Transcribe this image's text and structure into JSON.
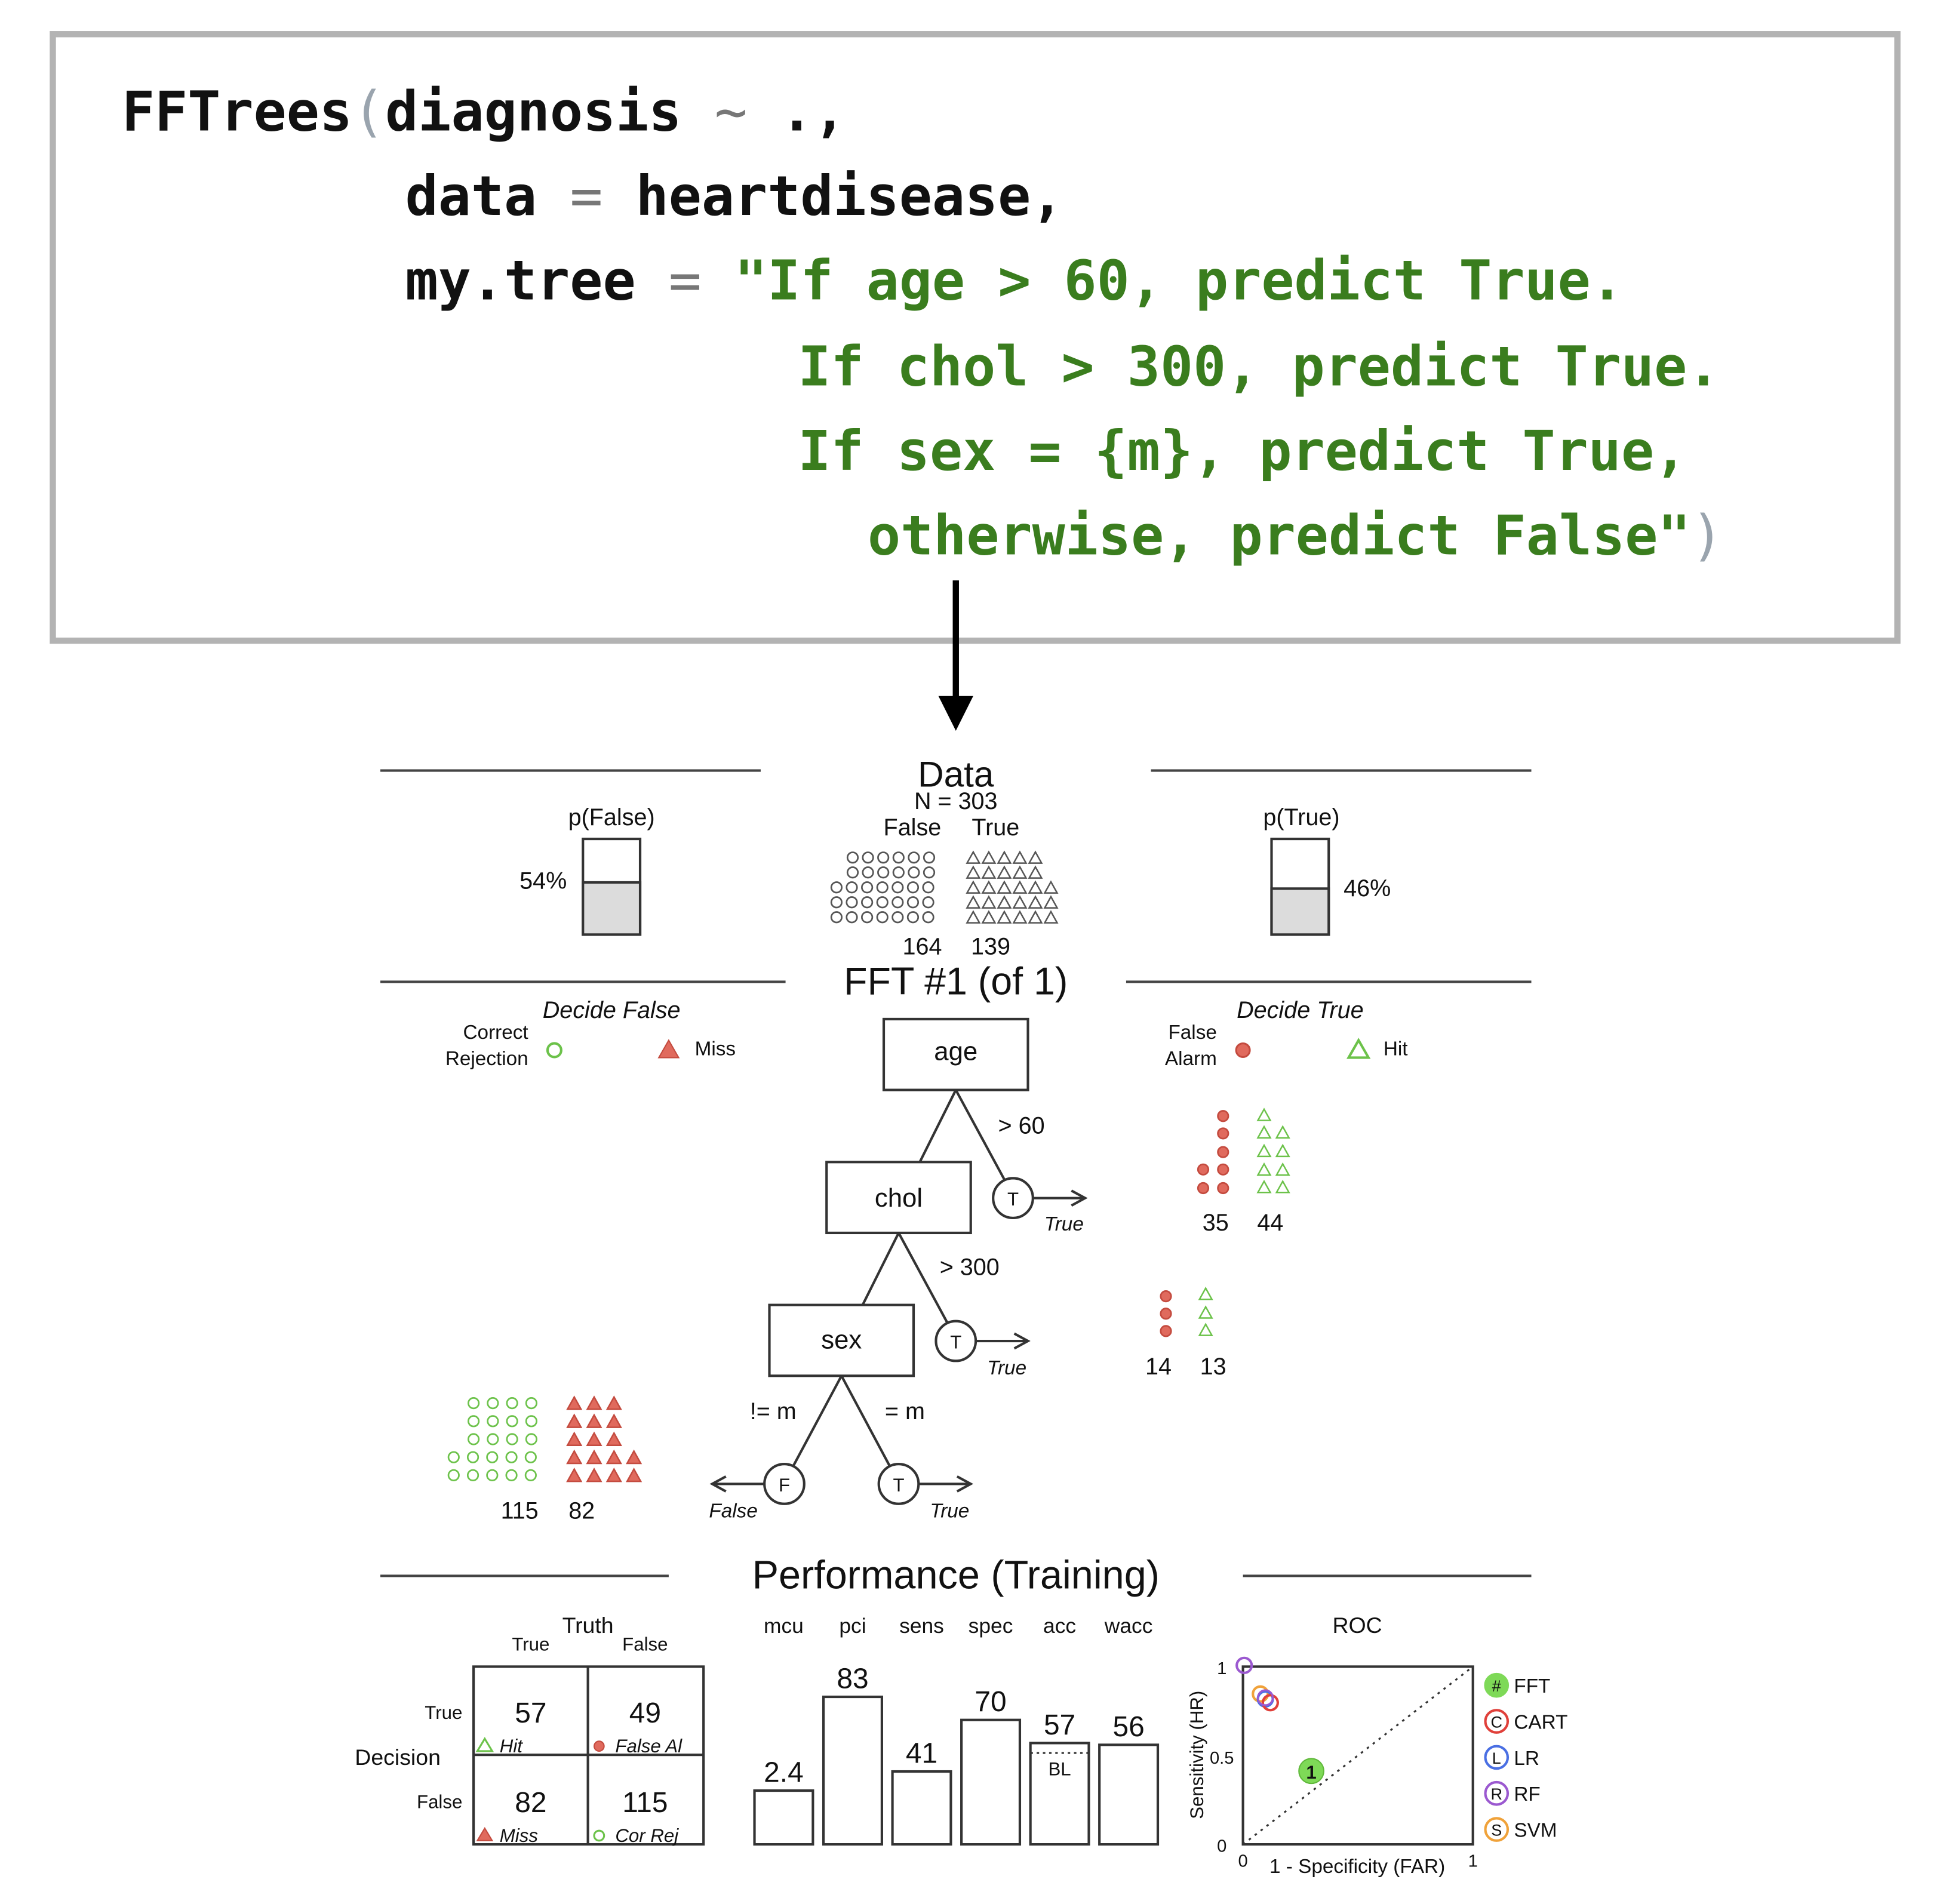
{
  "code": {
    "lines": [
      {
        "pre": "FFTrees",
        "paren": "(",
        "post": "diagnosis ",
        "op": "~",
        "tail": " .,",
        "str": ""
      },
      {
        "pre": "data ",
        "paren": "",
        "post": "",
        "op": "=",
        "tail": " heartdisease,",
        "str": ""
      },
      {
        "pre": "my.tree ",
        "paren": "",
        "post": "",
        "op": "=",
        "tail": " ",
        "str": "\"If age > 60, predict True."
      },
      {
        "pre": "",
        "paren": "",
        "post": "",
        "op": "",
        "tail": "",
        "str": "If chol > 300, predict True."
      },
      {
        "pre": "",
        "paren": "",
        "post": "",
        "op": "",
        "tail": "",
        "str": "If sex = {m}, predict True,"
      },
      {
        "pre": "",
        "paren": "",
        "post": "",
        "op": "",
        "tail": "",
        "str": "otherwise, predict False\"",
        "close": ")"
      }
    ]
  },
  "data_section": {
    "title": "Data",
    "n_label": "N = 303",
    "false_label": "False",
    "true_label": "True",
    "false_count": "164",
    "true_count": "139",
    "p_false_label": "p(False)",
    "p_false_value": "54%",
    "p_false_fraction": 0.54,
    "p_true_label": "p(True)",
    "p_true_value": "46%",
    "p_true_fraction": 0.46
  },
  "tree_section": {
    "title": "FFT #1 (of 1)",
    "decide_false": "Decide False",
    "decide_true": "Decide True",
    "legend": {
      "correct_rejection_1": "Correct",
      "correct_rejection_2": "Rejection",
      "miss": "Miss",
      "false_alarm_1": "False",
      "false_alarm_2": "Alarm",
      "hit": "Hit"
    },
    "nodes": [
      {
        "cue": "age",
        "threshold": "> 60",
        "exit_symbol": "T",
        "exit_label": "True",
        "fa": "35",
        "hit": "44"
      },
      {
        "cue": "chol",
        "threshold": "> 300",
        "exit_symbol": "T",
        "exit_label": "True",
        "fa": "14",
        "hit": "13"
      },
      {
        "cue": "sex",
        "left_threshold": "!= m",
        "right_threshold": "= m",
        "left_symbol": "F",
        "left_label": "False",
        "right_symbol": "T",
        "right_label": "True",
        "cr": "115",
        "miss": "82"
      }
    ]
  },
  "performance": {
    "title": "Performance (Training)",
    "truth_label": "Truth",
    "truth_true": "True",
    "truth_false": "False",
    "decision_label": "Decision",
    "decision_true": "True",
    "decision_false": "False",
    "cells": {
      "hit": "57",
      "hit_label": "Hit",
      "fa": "49",
      "fa_label": "False Al",
      "miss": "82",
      "miss_label": "Miss",
      "cr": "115",
      "cr_label": "Cor Rej"
    },
    "bl_label": "BL",
    "roc_title": "ROC"
  },
  "chart_data": {
    "type": "bar",
    "categories": [
      "mcu",
      "pci",
      "sens",
      "spec",
      "acc",
      "wacc"
    ],
    "values": [
      2.4,
      83,
      41,
      70,
      57,
      56
    ],
    "labels": [
      "2.4",
      "83",
      "41",
      "70",
      "57",
      "56"
    ]
  },
  "roc": {
    "xlabel": "1 - Specificity (FAR)",
    "ylabel": "Sensitivity (HR)",
    "x_ticks": [
      "0",
      "1"
    ],
    "y_ticks": [
      "0",
      "0.5",
      "1"
    ],
    "fft_point_label": "1",
    "fft_point": {
      "far": 0.3,
      "hr": 0.41
    },
    "legend": [
      {
        "symbol": "#",
        "name": "FFT",
        "color": "#7ed957"
      },
      {
        "symbol": "C",
        "name": "CART",
        "color": "#e0403a"
      },
      {
        "symbol": "L",
        "name": "LR",
        "color": "#4a6fe3"
      },
      {
        "symbol": "R",
        "name": "RF",
        "color": "#9b59d0"
      },
      {
        "symbol": "S",
        "name": "SVM",
        "color": "#f0a23a"
      }
    ]
  },
  "colors": {
    "correct": "#8fd36b",
    "miss": "#e06a5d",
    "green_stroke": "#6cc24a",
    "red_stroke": "#c44b3f",
    "code_string": "#3a7d1e"
  }
}
